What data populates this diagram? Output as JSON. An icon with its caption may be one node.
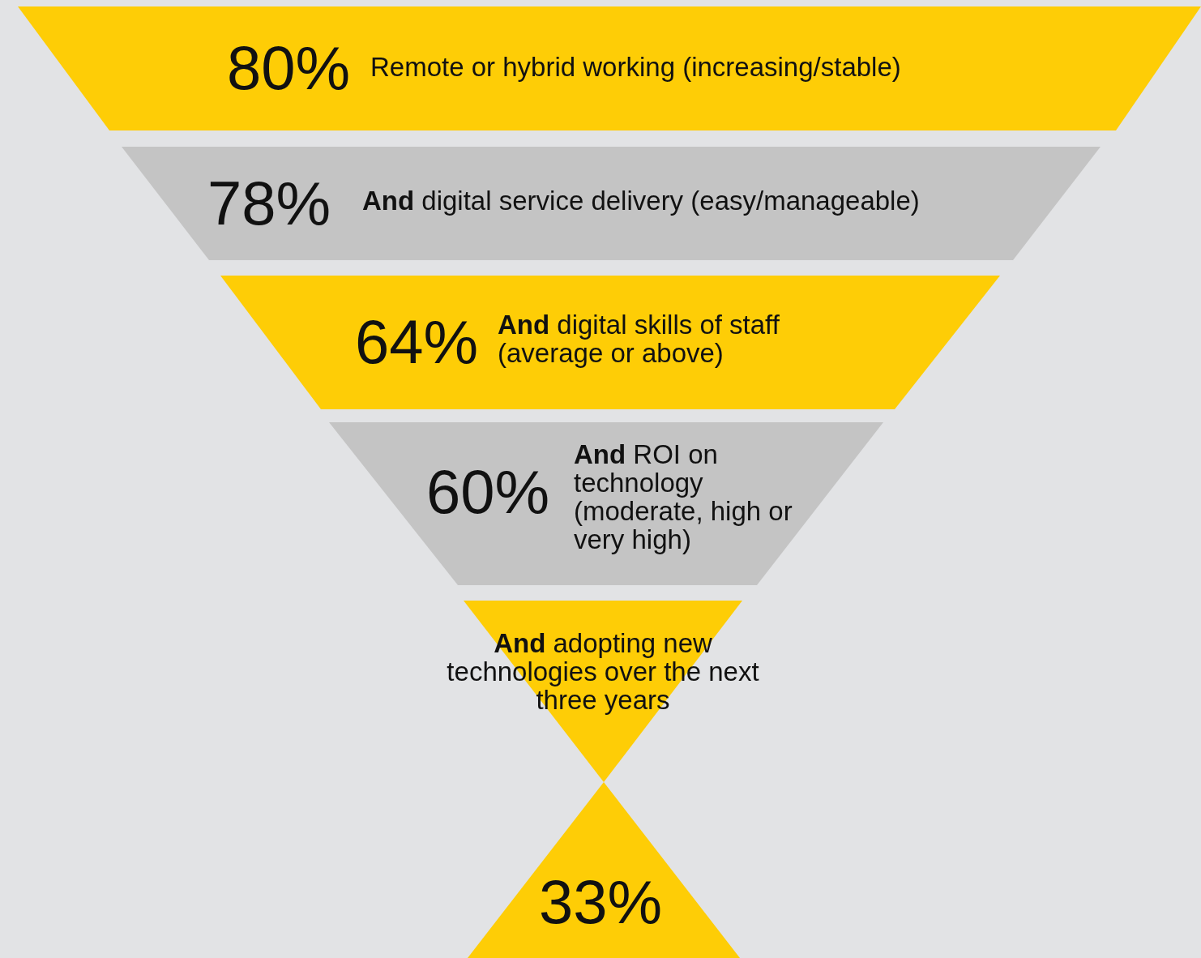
{
  "diagram": {
    "nodes": [
      {
        "text": [
          "80%",
          "Remote or hybrid working (increasing/stable)"
        ]
      },
      {
        "text": [
          "78%",
          "**And** digital service delivery (easy/manageable)"
        ]
      },
      {
        "text": [
          "64%",
          "**And** digital skills of staff (average or above)"
        ]
      },
      {
        "text": [
          "60%",
          "**And** ROI on technology (moderate, high or very high)"
        ]
      },
      {
        "text": [
          "**And** adopting new technologies over the next three years"
        ]
      },
      {
        "text": [
          "33%"
        ]
      }
    ]
  }
}
